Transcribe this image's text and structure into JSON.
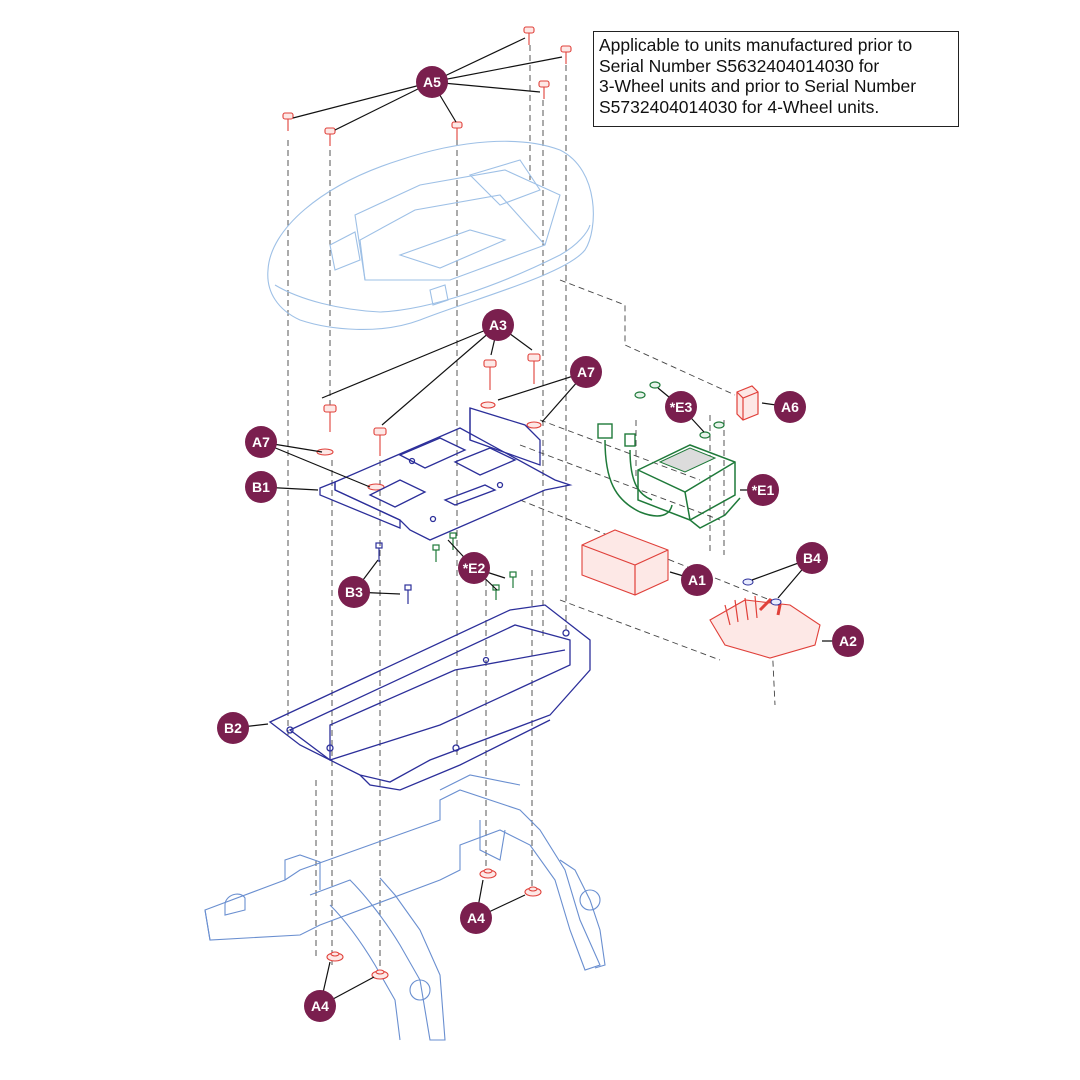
{
  "note": {
    "lines": [
      "Applicable to units manufactured prior to",
      "Serial Number S5632404014030 for",
      "3-Wheel units and prior to Serial Number",
      "S5732404014030 for 4-Wheel units."
    ]
  },
  "callouts": [
    {
      "id": "a5",
      "label": "A5"
    },
    {
      "id": "a3",
      "label": "A3"
    },
    {
      "id": "a7-right",
      "label": "A7"
    },
    {
      "id": "a6",
      "label": "A6"
    },
    {
      "id": "e3",
      "label": "*E3"
    },
    {
      "id": "a7-left",
      "label": "A7"
    },
    {
      "id": "b1",
      "label": "B1"
    },
    {
      "id": "e1",
      "label": "*E1"
    },
    {
      "id": "b4",
      "label": "B4"
    },
    {
      "id": "e2",
      "label": "*E2"
    },
    {
      "id": "a1",
      "label": "A1"
    },
    {
      "id": "b3",
      "label": "B3"
    },
    {
      "id": "a2",
      "label": "A2"
    },
    {
      "id": "b2",
      "label": "B2"
    },
    {
      "id": "a4-right",
      "label": "A4"
    },
    {
      "id": "a4-left",
      "label": "A4"
    }
  ],
  "colors": {
    "callout_fill": "#7a1f4e",
    "callout_text": "#ffffff",
    "shroud": "#9ec0e6",
    "frame": "#6a8fd0",
    "plate": "#2c2f9a",
    "charger": "#1f7a3a",
    "battery": "#e0403a"
  }
}
